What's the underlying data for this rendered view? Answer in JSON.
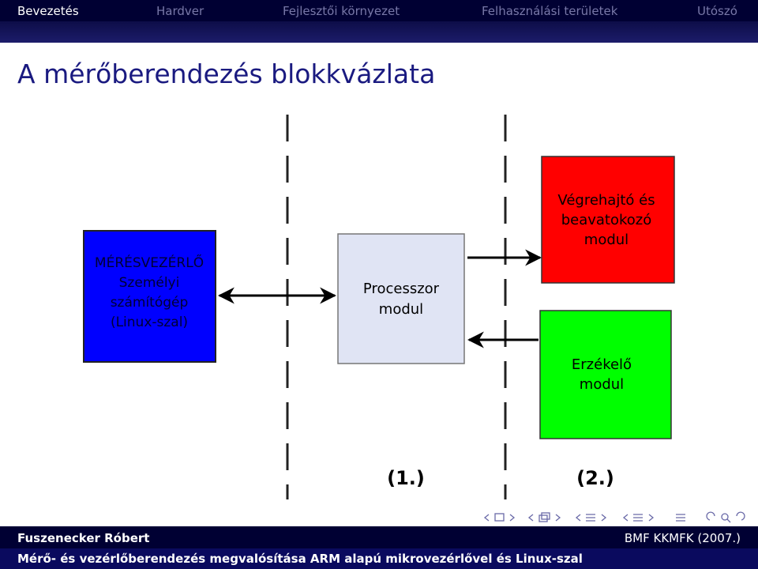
{
  "nav": {
    "tabs": [
      {
        "label": "Bevezetés",
        "active": true
      },
      {
        "label": "Hardver",
        "active": false
      },
      {
        "label": "Fejlesztői környezet",
        "active": false
      },
      {
        "label": "Felhasználási területek",
        "active": false
      },
      {
        "label": "Utószó",
        "active": false
      }
    ]
  },
  "slide": {
    "title": "A mérőberendezés blokkvázlata"
  },
  "diagram": {
    "pc_block": {
      "lines": [
        "MÉRÉSVEZÉRLŐ",
        "Személyi",
        "számítógép",
        "(Linux-szal)"
      ],
      "color": "#0000ff"
    },
    "processor_block": {
      "lines": [
        "Processzor",
        "modul"
      ],
      "color": "#e0e4f4"
    },
    "actuator_block": {
      "lines": [
        "Végrehajtó és",
        "beavatokozó",
        "modul"
      ],
      "color": "#ff0000"
    },
    "sensor_block": {
      "lines": [
        "Erzékelő",
        "modul"
      ],
      "color": "#00ff00"
    },
    "zone_labels": [
      "(1.)",
      "(2.)"
    ]
  },
  "footer": {
    "author": "Fuszenecker Róbert",
    "institute": "BMF KKMFK (2007.)",
    "talk_title": "Mérő- és vezérlőberendezés megvalósítása ARM alapú mikrovezérlővel és Linux-szal"
  }
}
